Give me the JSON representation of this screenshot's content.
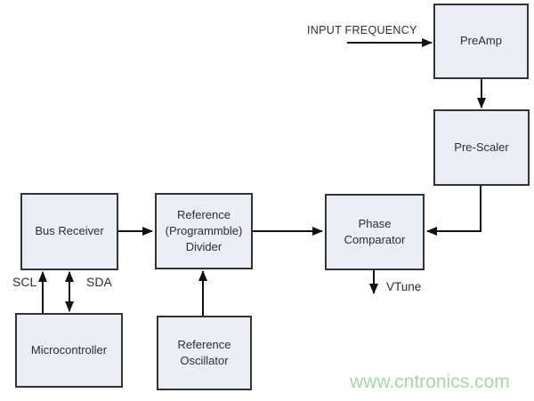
{
  "blocks": {
    "preamp": {
      "label": "PreAmp"
    },
    "prescaler": {
      "label": "Pre-Scaler"
    },
    "phase_comparator": {
      "lines": [
        "Phase",
        "Comparator"
      ]
    },
    "reference_divider": {
      "lines": [
        "Reference",
        "(Programmble)",
        "Divider"
      ]
    },
    "bus_receiver": {
      "label": "Bus Receiver"
    },
    "microcontroller": {
      "label": "Microcontroller"
    },
    "reference_oscillator": {
      "lines": [
        "Reference",
        "Oscillator"
      ]
    }
  },
  "labels": {
    "input_frequency": "INPUT FREQUENCY",
    "scl": "SCL",
    "sda": "SDA",
    "vtune": "VTune"
  },
  "watermark": "www.cntronics.com",
  "colors": {
    "block_fill": "#e9eef7",
    "block_border": "#333333",
    "connector": "#111111",
    "text": "#2e2e2e",
    "watermark": "#aad5a5"
  }
}
